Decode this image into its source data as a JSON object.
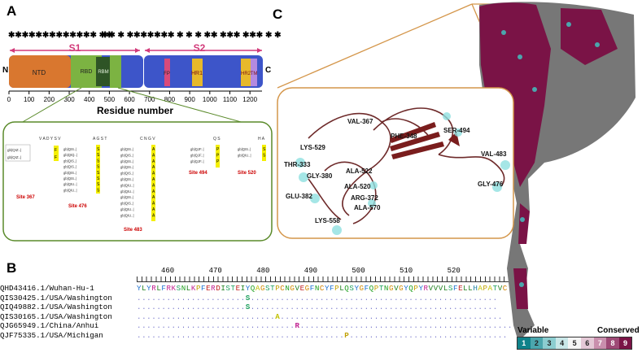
{
  "panels": {
    "a": "A",
    "b": "B",
    "c": "C"
  },
  "domain_map": {
    "n_term": "N",
    "c_term": "C",
    "s1_label": "S1",
    "s2_label": "S2",
    "domains": [
      {
        "label": "NTD",
        "color": "#d9772f"
      },
      {
        "label": "RBD",
        "color": "#7cb342"
      },
      {
        "label": "RBM",
        "color": "#2e5426"
      },
      {
        "label": "FP",
        "color": "#d94a7a"
      },
      {
        "label": "HR1",
        "color": "#e7b92b"
      },
      {
        "label": "HR2",
        "color": "#e7b92b"
      },
      {
        "label": "TM",
        "color": "#b48ae0"
      }
    ],
    "ticks": [
      "0",
      "100",
      "200",
      "300",
      "400",
      "500",
      "600",
      "700",
      "800",
      "900",
      "1000",
      "1100",
      "1200"
    ],
    "axis_title": "Residue number"
  },
  "sites": {
    "site367": {
      "label": "Site 367",
      "header": "V A D Y S V",
      "ids": [
        "gb|QIZ..|",
        "gb|QIZ..|"
      ],
      "subs": [
        "F",
        "F"
      ]
    },
    "site476": {
      "label": "Site 476",
      "header": "A G S T",
      "ids": [
        "gb|QIS..|",
        "gb|QIQ..|",
        "gb|QIS..|",
        "gb|QIS..|",
        "gb|QIS..|",
        "gb|QIS..|",
        "gb|QIU..|",
        "gb|QIU..|"
      ],
      "subs": [
        "S",
        "S",
        "S",
        "S",
        "S",
        "S",
        "S",
        "S"
      ]
    },
    "site483": {
      "label": "Site 483",
      "header": "C N G V",
      "ids": [
        "gb|QIS..|",
        "gb|QIS..|",
        "gb|QIS..|",
        "gb|QIS..|",
        "gb|QIS..|",
        "gb|QIS..|",
        "gb|QIU..|",
        "gb|QIU..|",
        "gb|QIS..|",
        "gb|QIS..|",
        "gb|QIU..|",
        "gb|QIU..|"
      ],
      "subs": [
        "A",
        "A",
        "A",
        "A",
        "A",
        "A",
        "A",
        "A",
        "A",
        "A",
        "A",
        "A"
      ]
    },
    "site494": {
      "label": "Site 494",
      "header": "Q S",
      "ids": [
        "gb|QJF..|",
        "gb|QJF..|",
        "gb|QJF..|"
      ],
      "subs": [
        "P",
        "P",
        "P"
      ]
    },
    "site520": {
      "label": "Site 520",
      "header": "H A",
      "ids": [
        "gb|QIS..|",
        "gb|QIU..|"
      ],
      "subs": [
        "S",
        "S"
      ]
    }
  },
  "alignment": {
    "positions": [
      "460",
      "470",
      "480",
      "490",
      "500",
      "510",
      "520"
    ],
    "rows": [
      {
        "name": "QHD43416.1/Wuhan-Hu-1",
        "seq": "YLYRLFRKSNLKPFERDISTEIYQAGSTPCNGVEGFNCYFPLQSYGFQPTNGVGYQPYRVVVLSFELLHAPATVC"
      },
      {
        "name": "QIS30425.1/USA/Washington",
        "seq": "......................S.................................................."
      },
      {
        "name": "QIQ49882.1/USA/Washington",
        "seq": "......................S.................................................."
      },
      {
        "name": "QIS30165.1/USA/Washington",
        "seq": "............................A............................................."
      },
      {
        "name": "QJG65949.1/China/Anhui",
        "seq": "................................R..........................................."
      },
      {
        "name": "QJF75335.1/USA/Michigan",
        "seq": "..........................................P................................"
      }
    ]
  },
  "structure": {
    "residues": [
      "VAL-367",
      "PHE-348",
      "SER-494",
      "LYS-529",
      "THR-333",
      "GLY-380",
      "ALA-522",
      "ALA-520",
      "GLU-382",
      "ARG-372",
      "ALA-570",
      "LYS-558",
      "VAL-483",
      "GLY-476"
    ]
  },
  "legend": {
    "variable": "Variable",
    "conserved": "Conserved",
    "grades": [
      "1",
      "2",
      "3",
      "4",
      "5",
      "6",
      "7",
      "8",
      "9"
    ],
    "colors": [
      "#10828a",
      "#4ba6ad",
      "#8ccdd0",
      "#c9e7e8",
      "#f5f5f5",
      "#e4c8d6",
      "#c98fad",
      "#9e4a76",
      "#7a1346"
    ]
  }
}
